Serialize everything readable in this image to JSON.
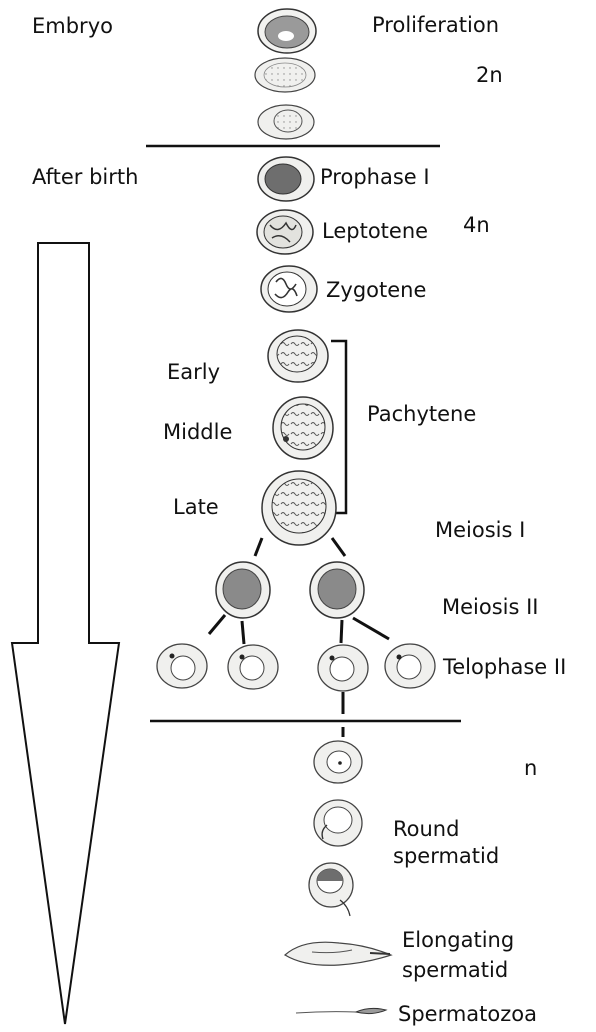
{
  "labels": {
    "embryo": "Embryo",
    "proliferation": "Proliferation",
    "ploidy_2n": "2n",
    "after_birth": "After birth",
    "prophase_i": "Prophase I",
    "leptotene": "Leptotene",
    "ploidy_4n": "4n",
    "zygotene": "Zygotene",
    "early": "Early",
    "middle": "Middle",
    "late": "Late",
    "pachytene": "Pachytene",
    "meiosis_i": "Meiosis I",
    "meiosis_ii": "Meiosis II",
    "telophase_ii": "Telophase II",
    "ploidy_n": "n",
    "round_spermatid": [
      "Round",
      "spermatid"
    ],
    "elongating_spermatid": [
      "Elongating",
      "spermatid"
    ],
    "spermatozoa": "Spermatozoa"
  },
  "colors": {
    "line": "#111111",
    "cell_fill": "#f0f0ee",
    "nucleus_dark": "#7a7a7a",
    "nucleus_light": "#d8d8d4"
  }
}
